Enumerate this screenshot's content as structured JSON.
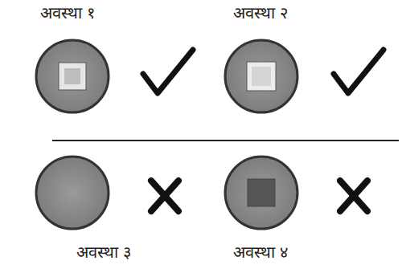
{
  "diagram": {
    "labels": [
      "अवस्था १",
      "अवस्था २",
      "अवस्था ३",
      "अवस्था ४"
    ]
  }
}
